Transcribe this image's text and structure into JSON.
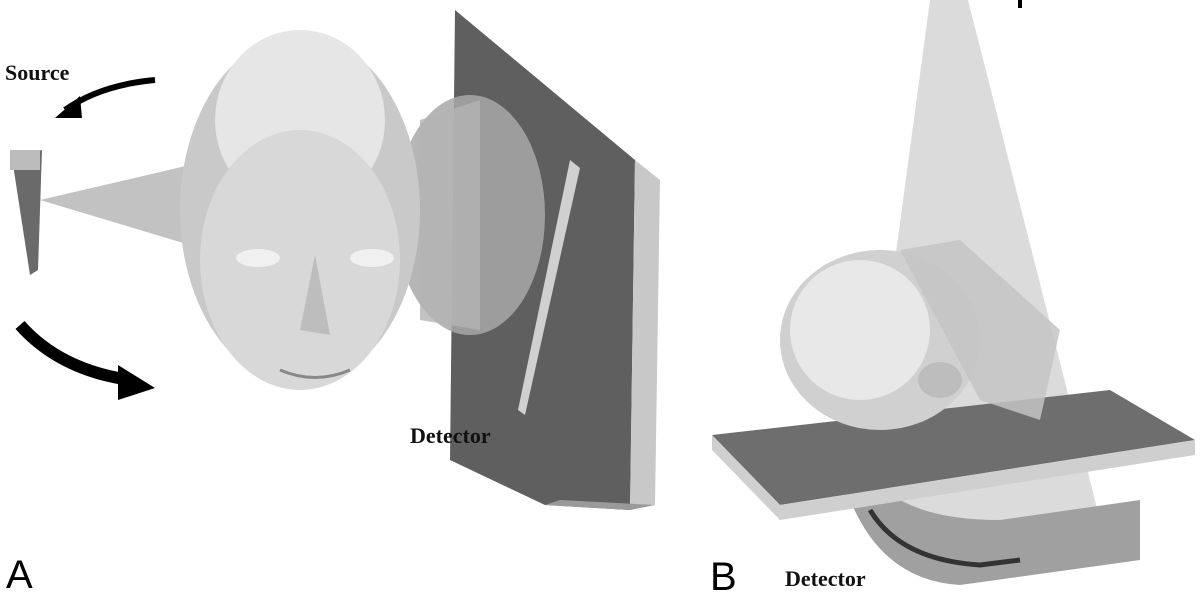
{
  "panel_a": {
    "letter": "A",
    "source_label": "Source",
    "detector_label": "Detector"
  },
  "panel_b": {
    "letter": "B",
    "detector_label": "Detector"
  }
}
